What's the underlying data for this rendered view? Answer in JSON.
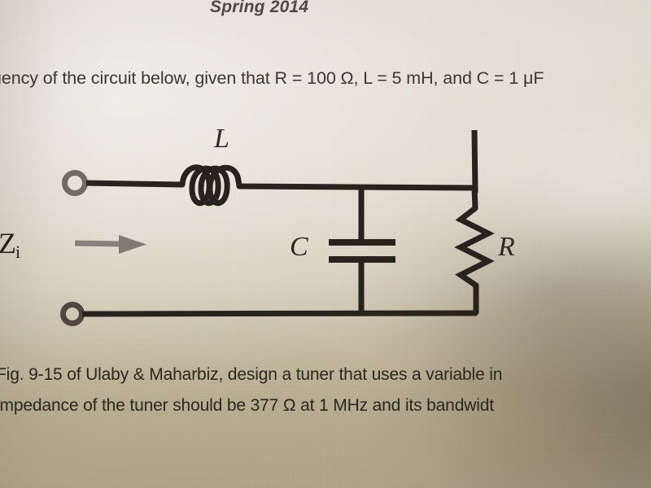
{
  "document": {
    "header": "Spring 2014",
    "question_line": "uency of the circuit below, given that R = 100 Ω, L = 5 mH, and C = 1 μF",
    "caption_line_1": "Fig. 9-15 of Ulaby & Maharbiz, design a tuner that uses a variable in",
    "caption_line_2": "impedance of the tuner should be 377 Ω at 1 MHz and its bandwidt"
  },
  "circuit": {
    "title": "RLC tuner circuit",
    "input_impedance_label": "Z",
    "input_impedance_subscript": "i",
    "inductor_label": "L",
    "capacitor_label": "C",
    "resistor_label": "R",
    "component_values": {
      "R": "100 Ω",
      "L": "5 mH",
      "C": "1 μF"
    },
    "wire_color": "#221e18",
    "terminal_color": "#6a645a",
    "arrow_color": "#7d7a72"
  },
  "colors": {
    "paper_light": "#e2dcd1",
    "paper_dark": "#ada288",
    "ink": "#262218",
    "accent_shadow": "#4a3f2c"
  }
}
